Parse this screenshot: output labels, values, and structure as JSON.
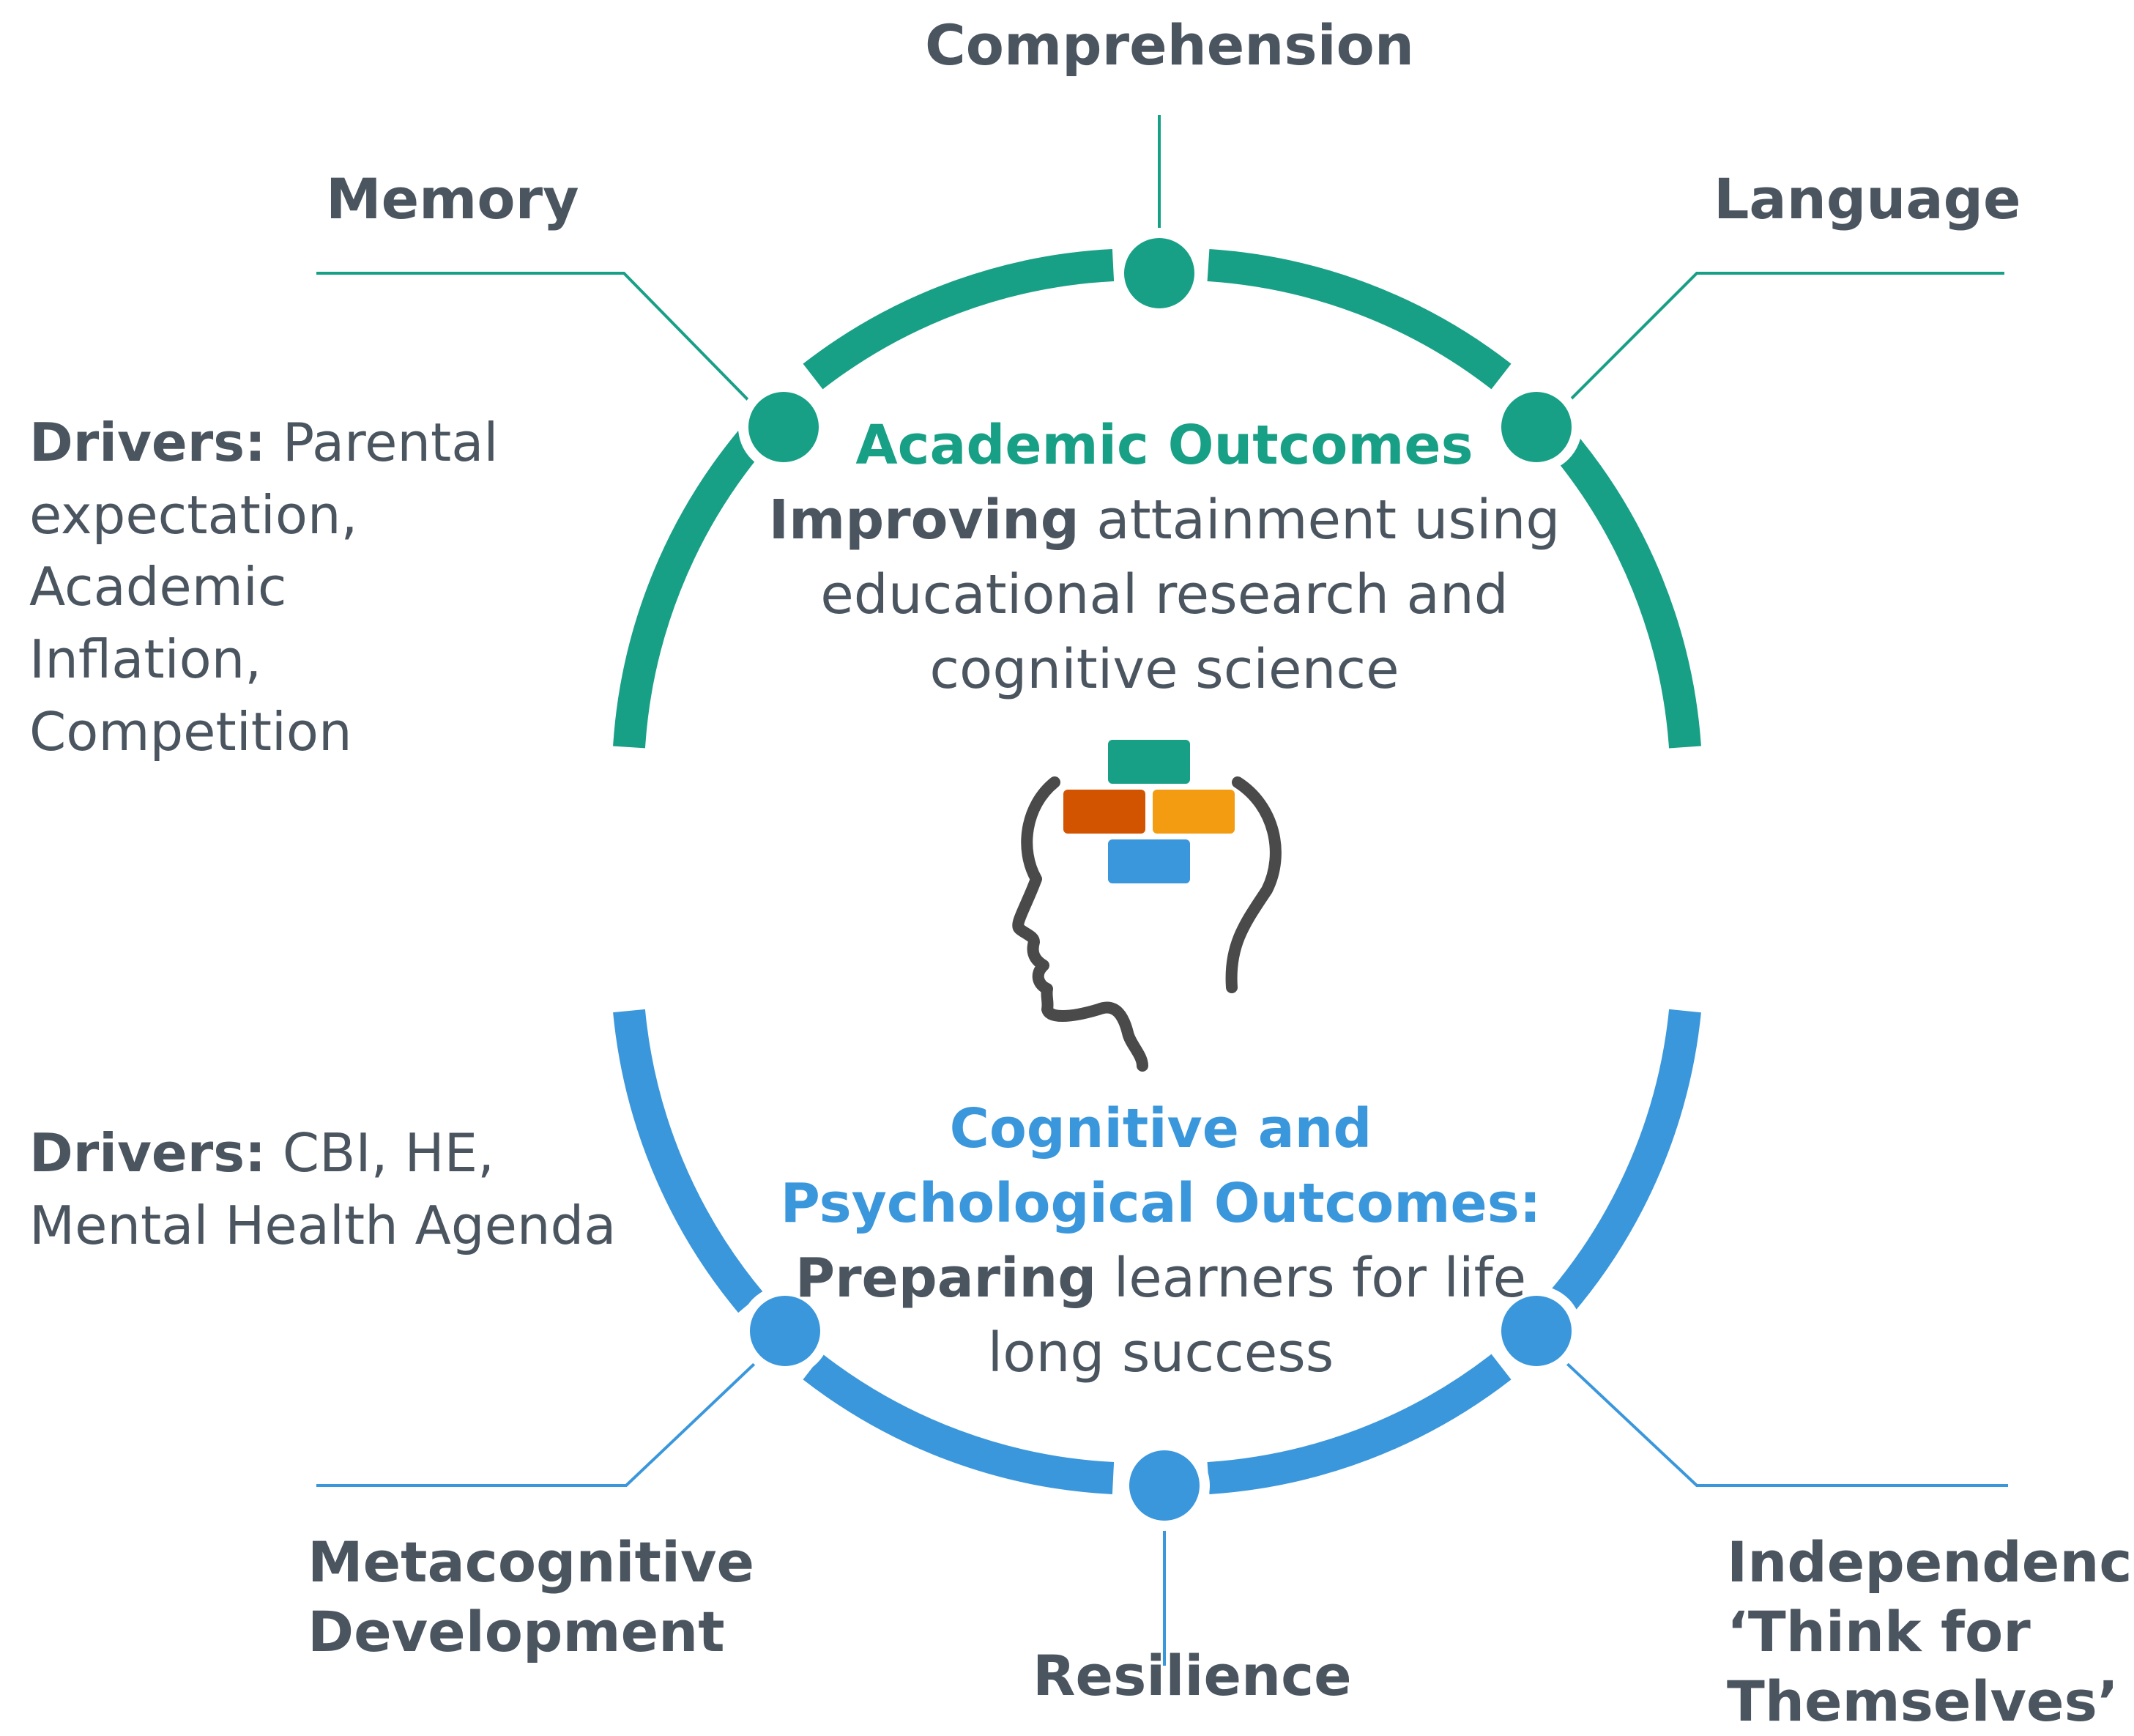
{
  "colors": {
    "academic": "#18a086",
    "cognitive": "#3a97dc",
    "text": "#4a5560",
    "head": "#4a4a4a",
    "block_top": "#18a086",
    "block_left": "#d35400",
    "block_right": "#f39c12",
    "block_bottom": "#3a97dc"
  },
  "labels": {
    "comprehension": "Comprehension",
    "memory": "Memory",
    "language": "Language",
    "metacognitive_line1": "Metacognitive",
    "metacognitive_line2": "Development",
    "resilience": "Resilience",
    "independence_line1": "Independence",
    "independence_line2": "‘Think for",
    "independence_line3": "Themselves’"
  },
  "drivers_top": {
    "title": "Drivers:",
    "text": " Parental expectation, Academic Inflation, Competition"
  },
  "drivers_bottom": {
    "title": "Drivers:",
    "text": " CBI, HE, Mental Health Agenda"
  },
  "academic": {
    "heading": "Academic Outcomes",
    "bold": "Improving",
    "text": " attainment using educational research and cognitive science"
  },
  "cognitive": {
    "heading": "Cognitive and Psychological Outcomes:",
    "bold": "Preparing",
    "text": " learners for life long success"
  },
  "icons": {
    "center": "head-with-brain-blocks-icon"
  }
}
